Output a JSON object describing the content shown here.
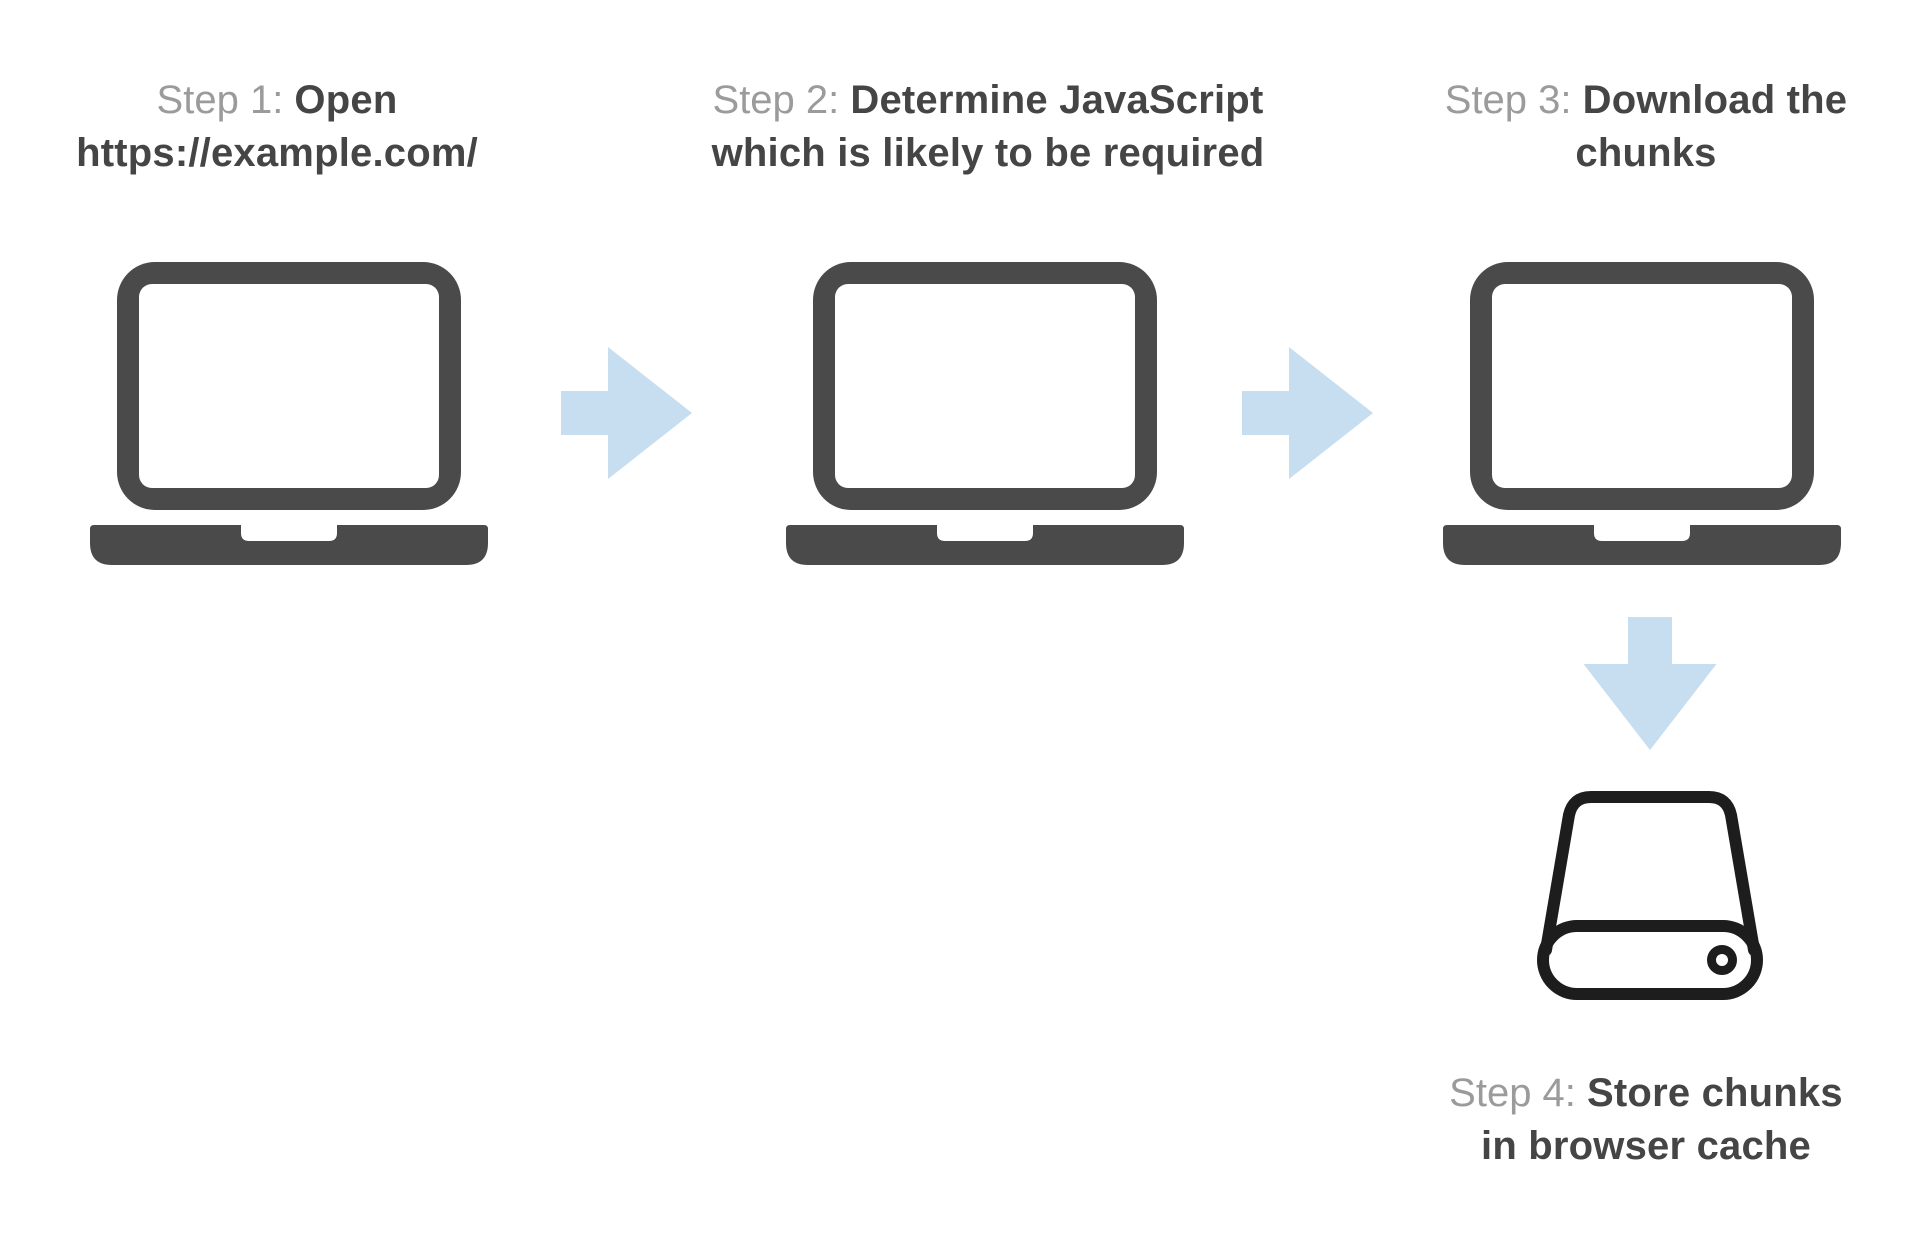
{
  "page": {
    "background": "#ffffff",
    "description": "Four step flow diagram for JavaScript chunk caching"
  },
  "colors": {
    "arrow_fill": "#c7ddf0",
    "laptop_fill": "#4a4a4a",
    "screen_fill": "#ffffff",
    "label_muted": "#9b9b9b",
    "title_text": "#454545",
    "drive_outline": "#1d1d1d"
  },
  "steps": [
    {
      "label": "Step 1: ",
      "title_line1": "Open",
      "title_line2": "https://example.com/",
      "icon": "laptop"
    },
    {
      "label": "Step 2: ",
      "title_line1": "Determine JavaScript",
      "title_line2": "which is likely to be required",
      "icon": "laptop"
    },
    {
      "label": "Step 3: ",
      "title_line1": "Download the",
      "title_line2": "chunks",
      "icon": "laptop"
    },
    {
      "label": "Step 4: ",
      "title_line1": "Store chunks",
      "title_line2": "in browser cache",
      "icon": "hard-drive"
    }
  ],
  "flow": {
    "connections": [
      {
        "from": "step-1",
        "to": "step-2",
        "arrow": "right"
      },
      {
        "from": "step-2",
        "to": "step-3",
        "arrow": "right"
      },
      {
        "from": "step-3",
        "to": "step-4",
        "arrow": "down"
      }
    ]
  }
}
